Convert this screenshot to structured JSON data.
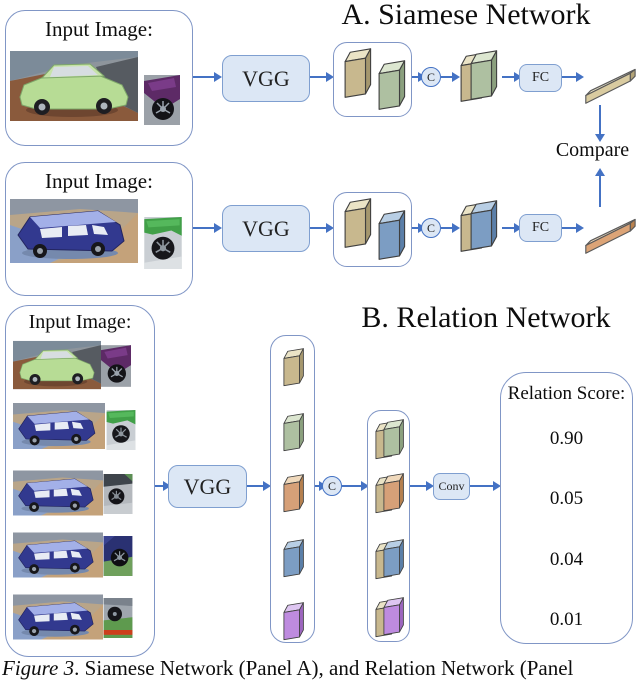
{
  "panel_a": {
    "title": "A. Siamese Network"
  },
  "panel_b": {
    "title": "B. Relation Network",
    "relation_scores": [
      "0.90",
      "0.05",
      "0.04",
      "0.01"
    ]
  },
  "labels": {
    "input_image": "Input Image:",
    "vgg": "VGG",
    "concat": "C",
    "fc": "FC",
    "conv": "Conv",
    "compare": "Compare",
    "relation_score": "Relation Score:"
  },
  "caption": {
    "figure_label": "Figure 3",
    "rest": ". Siamese Network (Panel A), and Relation Network (Panel"
  },
  "images": {
    "panel_a_row1": {
      "car": "green-sedan",
      "patch": "purple-wheel"
    },
    "panel_a_row2": {
      "car": "blue-van",
      "patch": "green-wheel"
    },
    "panel_b_rows": [
      {
        "car": "green-sedan",
        "patch": "purple-wheel"
      },
      {
        "car": "blue-van",
        "patch": "green-wheel"
      },
      {
        "car": "blue-van",
        "patch": "gray-wheel"
      },
      {
        "car": "blue-van",
        "patch": "dark-wheel"
      },
      {
        "car": "blue-van",
        "patch": "grass-wheel"
      }
    ]
  },
  "colors": {
    "arrow_blue": "#4472C4",
    "card_border": "#8096C6",
    "node_fill": "#DCE7F5",
    "slab_tan": "#C8B88E",
    "slab_green": "#AEC0A1",
    "slab_orange": "#D6A078",
    "slab_blue": "#7C9DC3",
    "slab_purple": "#BE8BDF"
  }
}
